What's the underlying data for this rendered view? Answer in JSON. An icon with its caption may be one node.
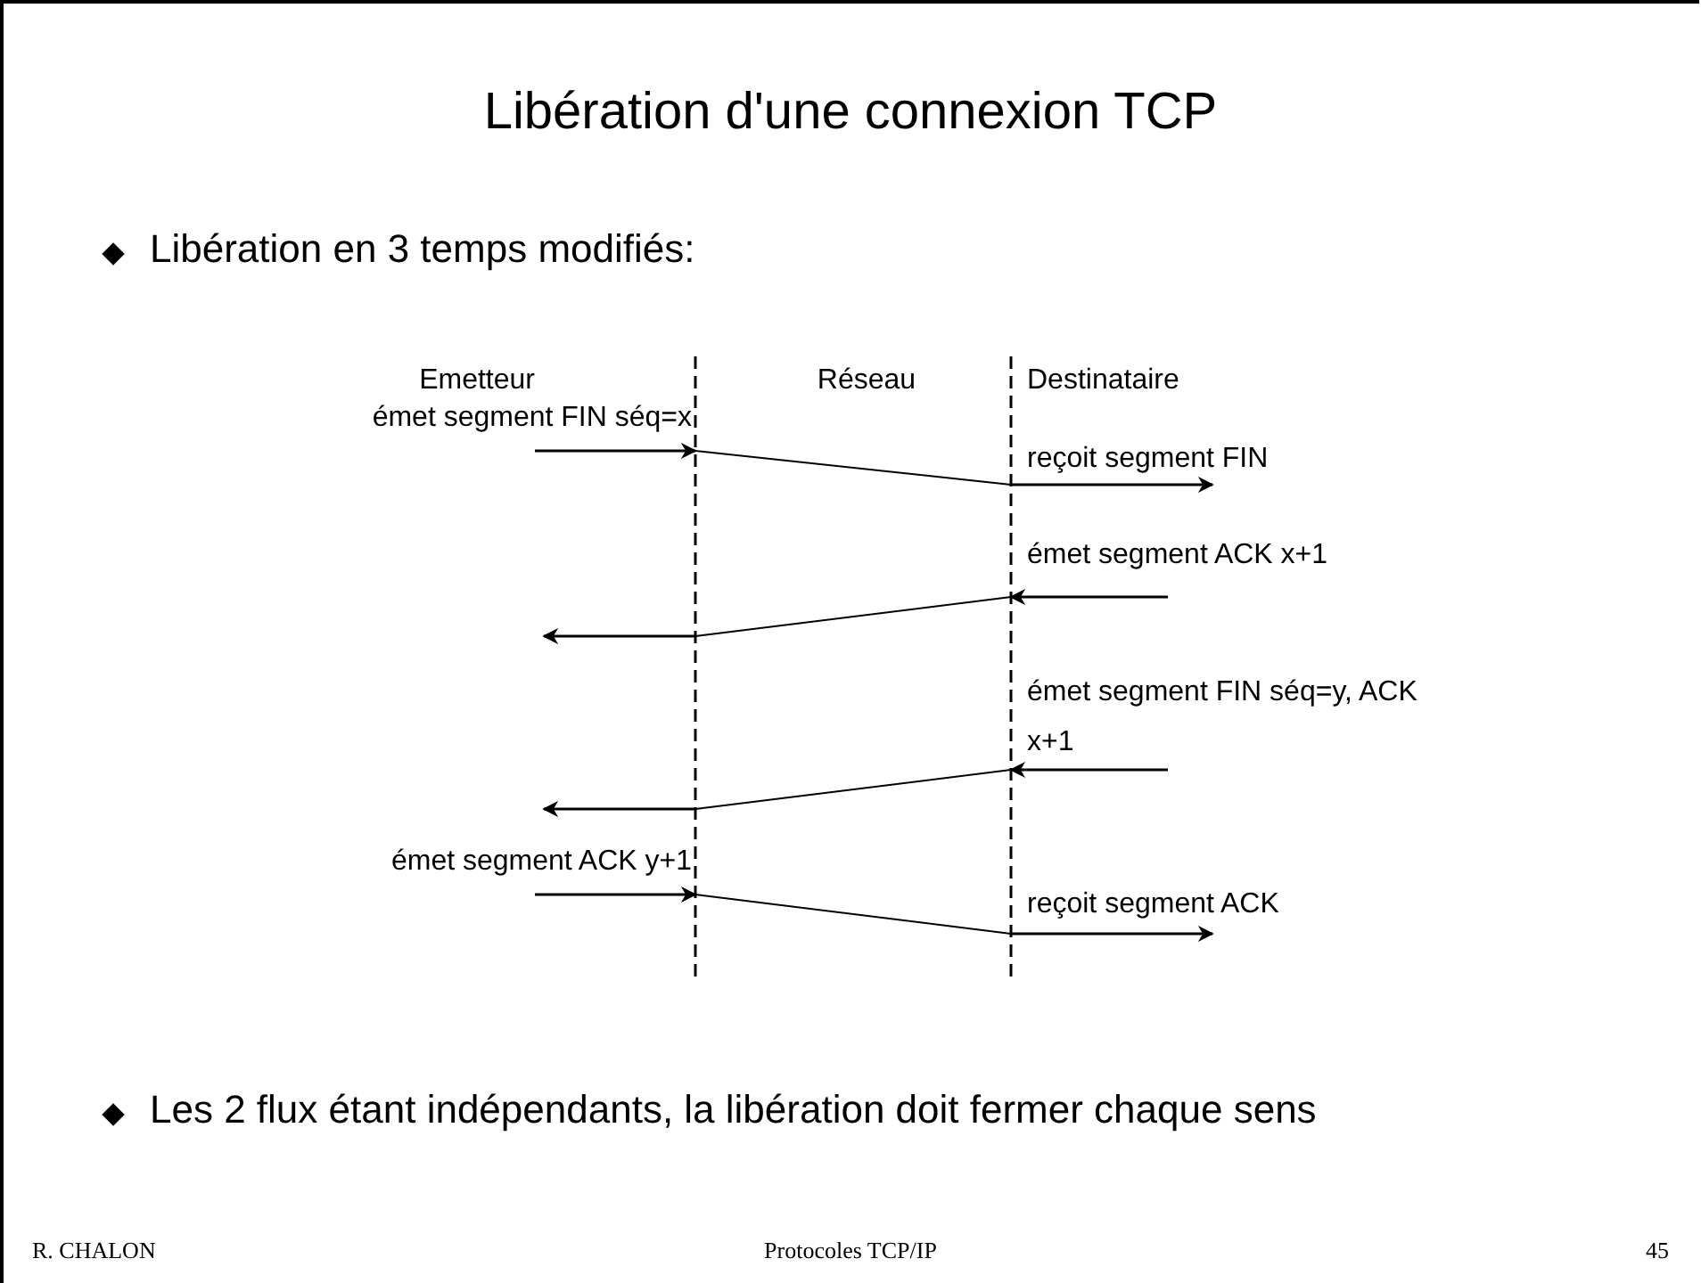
{
  "diagram": {
    "title": "Libération d'une connexion TCP",
    "labels": [
      "Libération en 3 temps modifiés:",
      "Emetteur",
      "Réseau",
      "Destinataire",
      "émet segment FIN séq=x",
      "reçoit segment FIN",
      "émet segment ACK x+1",
      "émet segment FIN séq=y, ACK x+1",
      "émet segment ACK y+1",
      "reçoit segment ACK",
      "Les 2 flux étant indépendants, la libération doit fermer chaque sens",
      "R. CHALON",
      "Protocoles TCP/IP",
      "45"
    ]
  }
}
